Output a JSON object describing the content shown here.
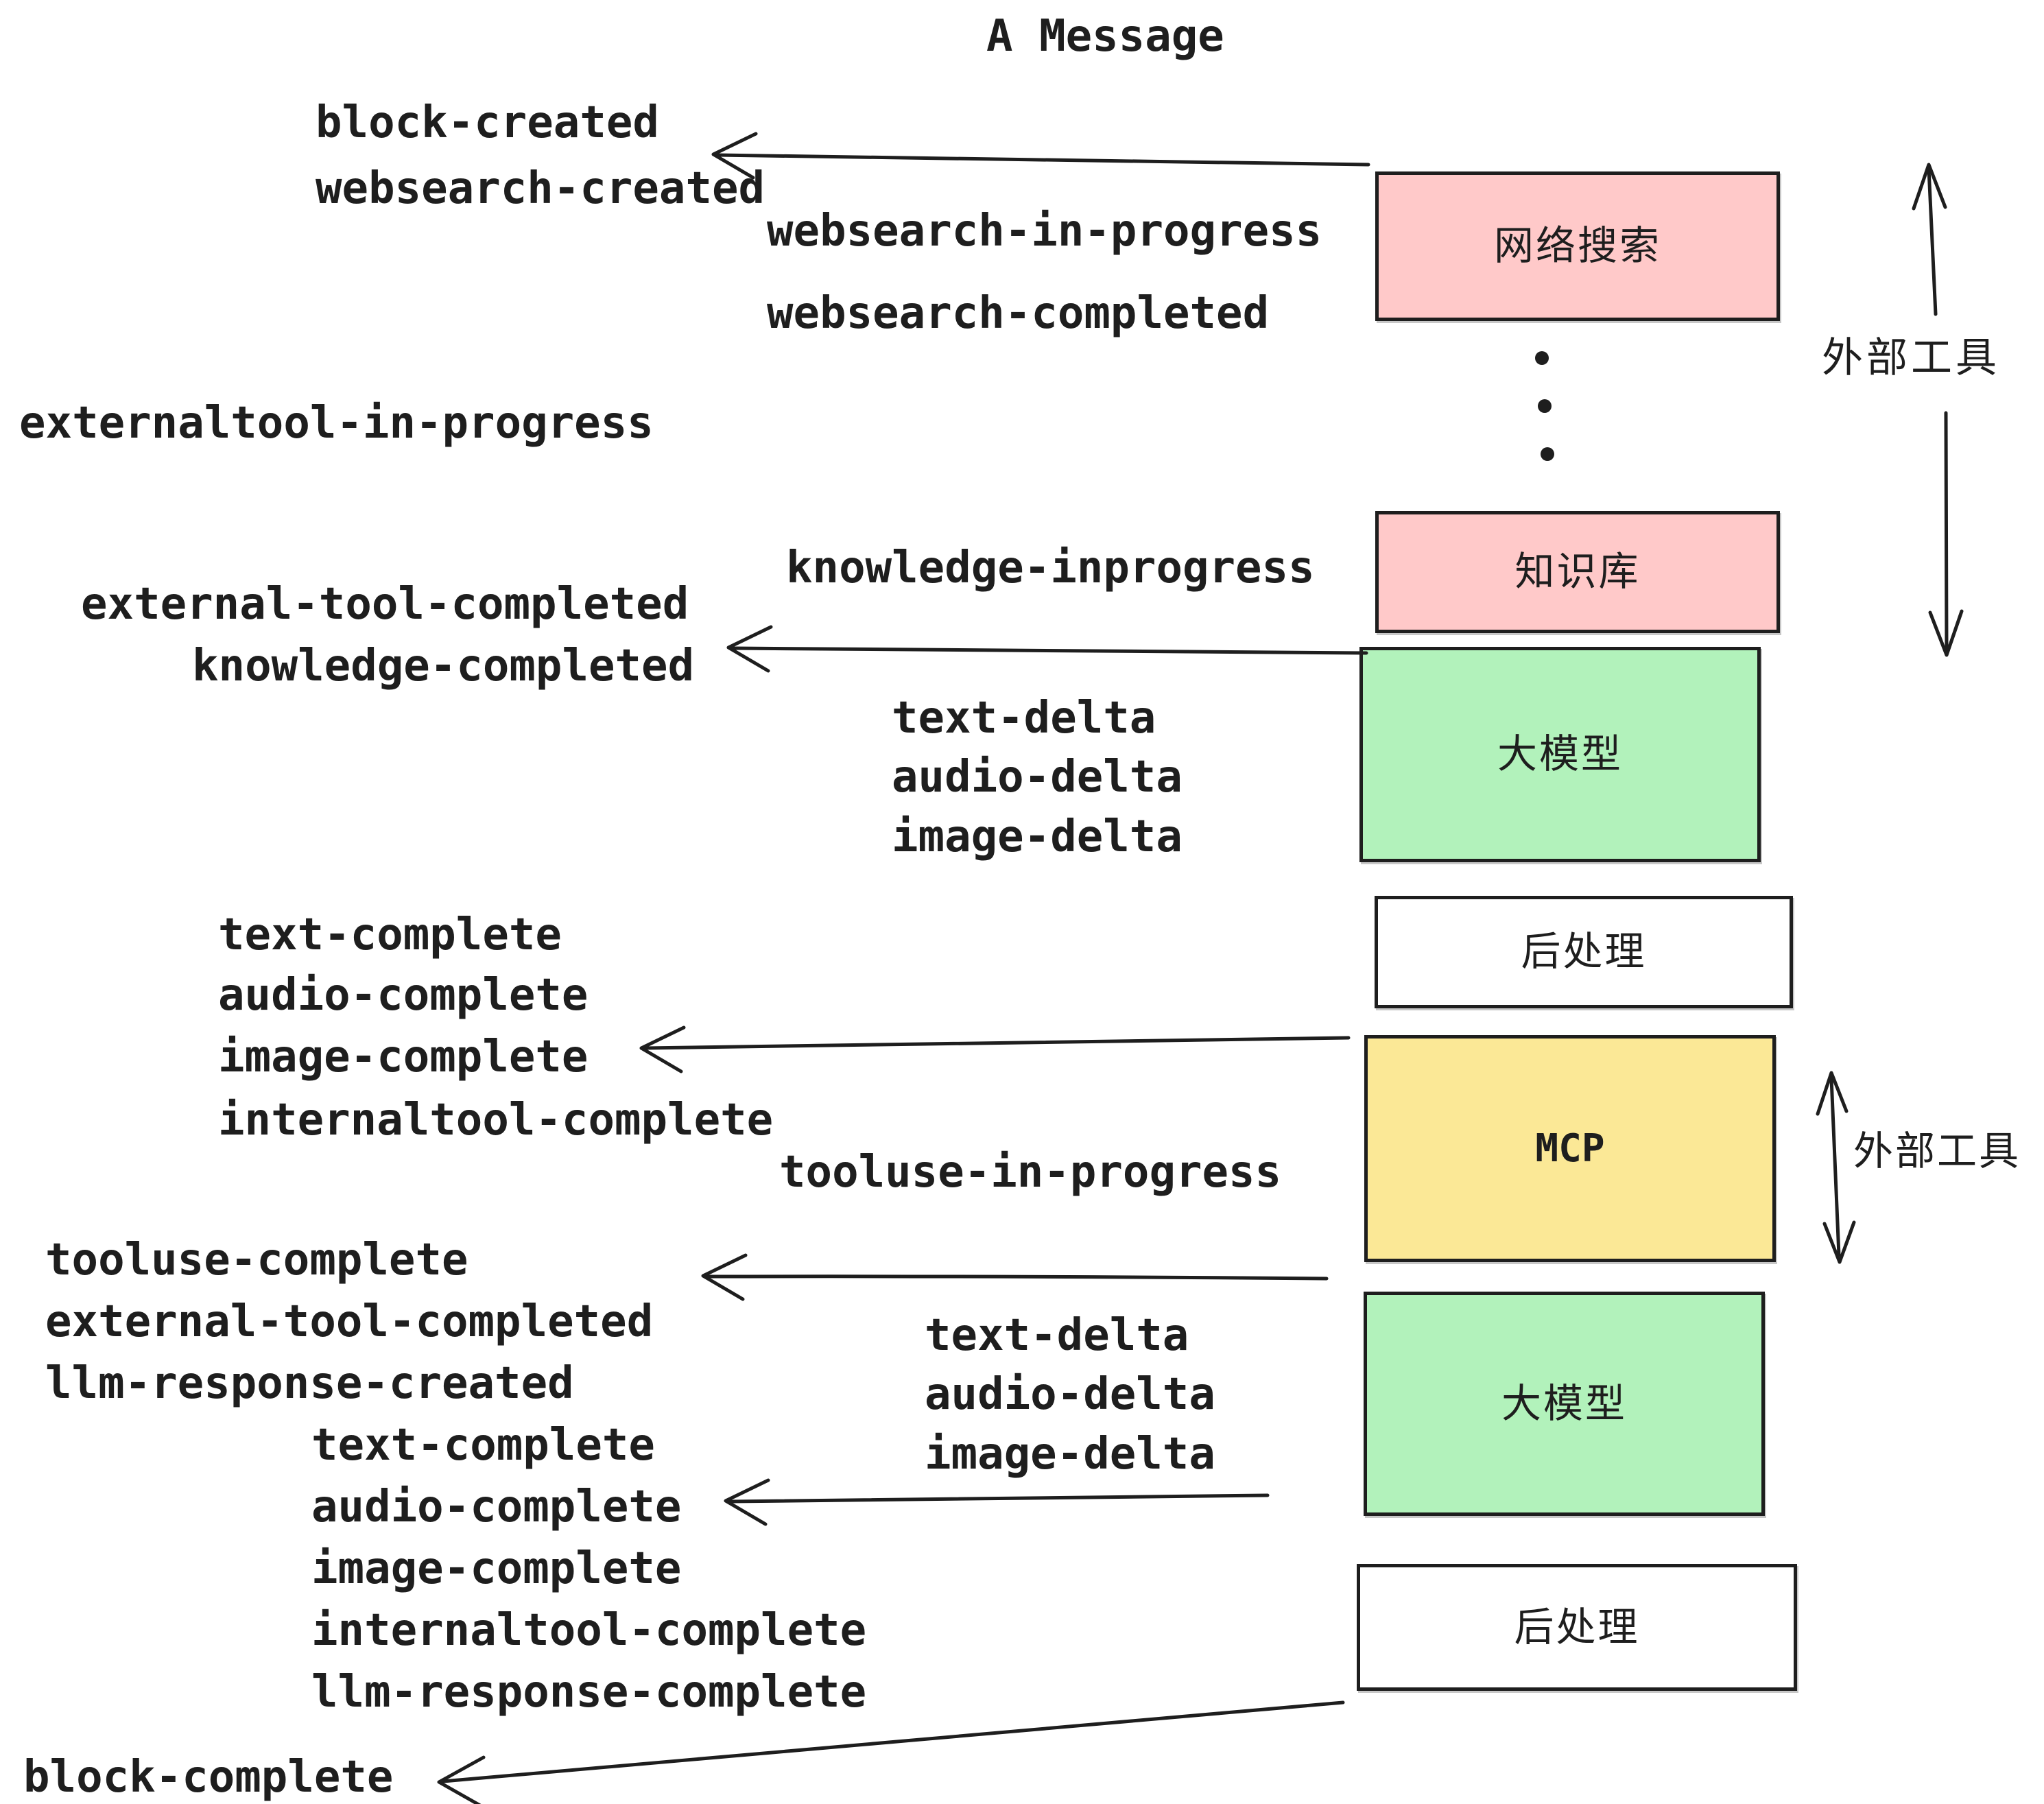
{
  "title": "A Message",
  "colors": {
    "pink": "#FFC9C9",
    "green": "#B2F2BB",
    "yellow": "#FBE896",
    "white": "#FFFFFF",
    "ink": "#1E1E1E"
  },
  "boxes": {
    "websearch": {
      "label": "网络搜索",
      "color": "pink"
    },
    "knowledge": {
      "label": "知识库",
      "color": "pink"
    },
    "llm1": {
      "label": "大模型",
      "color": "green"
    },
    "post1": {
      "label": "后处理",
      "color": "white"
    },
    "mcp": {
      "label": "MCP",
      "color": "yellow"
    },
    "llm2": {
      "label": "大模型",
      "color": "green"
    },
    "post2": {
      "label": "后处理",
      "color": "white"
    }
  },
  "annotations": {
    "external_tools_top": "外部工具",
    "external_tools_mid": "外部工具"
  },
  "events": {
    "block_created": "block-created",
    "websearch_created": "websearch-created",
    "websearch_in_progress": "websearch-in-progress",
    "websearch_completed": "websearch-completed",
    "externaltool_in_progress": "externaltool-in-progress",
    "knowledge_inprogress": "knowledge-inprogress",
    "external_tool_completed_1": "external-tool-completed",
    "knowledge_completed": "knowledge-completed",
    "text_delta_1": "text-delta",
    "audio_delta_1": "audio-delta",
    "image_delta_1": "image-delta",
    "text_complete_1": "text-complete",
    "audio_complete_1": "audio-complete",
    "image_complete_1": "image-complete",
    "internaltool_complete_1": "internaltool-complete",
    "tooluse_in_progress": "tooluse-in-progress",
    "tooluse_complete": "tooluse-complete",
    "external_tool_completed_2": "external-tool-completed",
    "llm_response_created": "llm-response-created",
    "text_delta_2": "text-delta",
    "audio_delta_2": "audio-delta",
    "image_delta_2": "image-delta",
    "text_complete_2": "text-complete",
    "audio_complete_2": "audio-complete",
    "image_complete_2": "image-complete",
    "internaltool_complete_2": "internaltool-complete",
    "llm_response_complete": "llm-response-complete",
    "block_complete": "block-complete"
  }
}
